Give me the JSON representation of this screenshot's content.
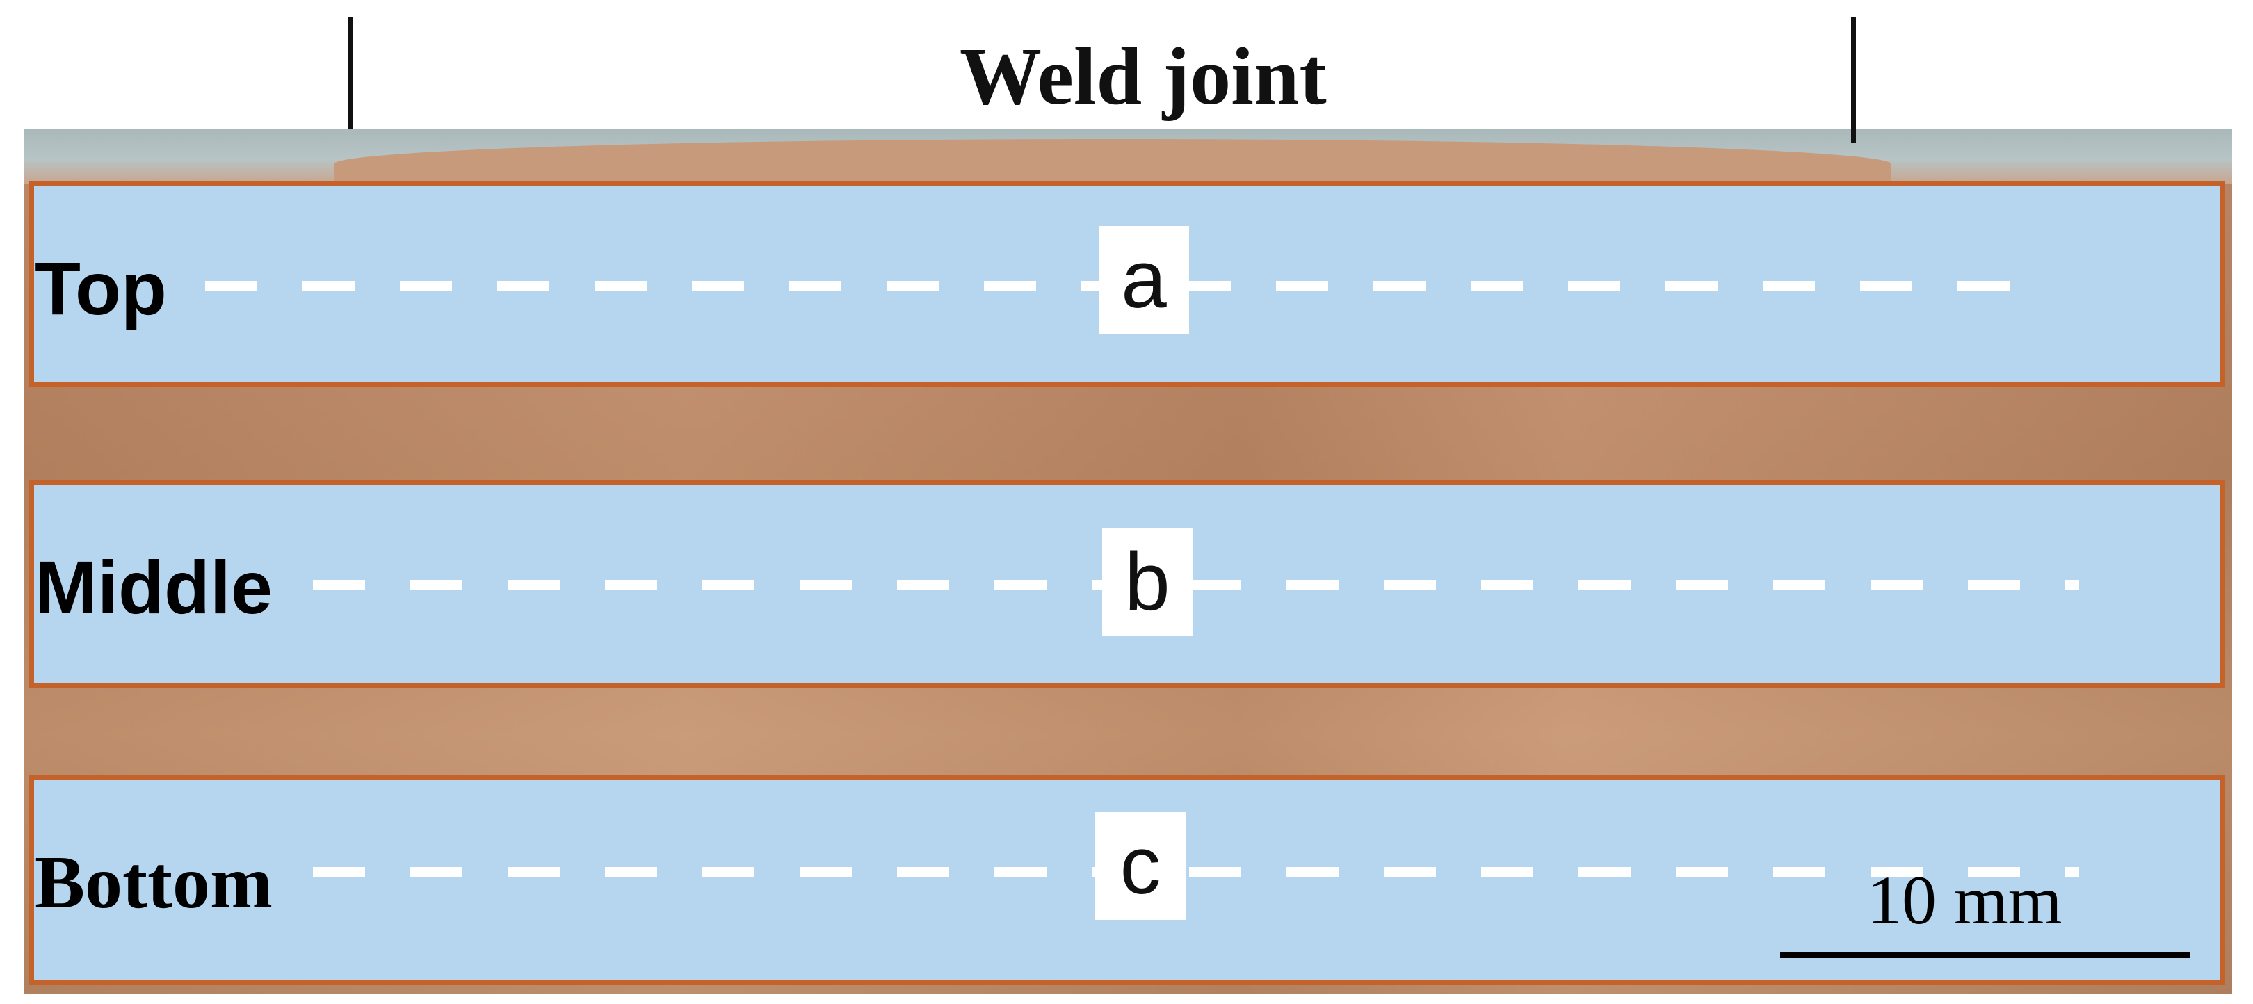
{
  "title": "Weld joint",
  "bands": {
    "top": {
      "label": "Top",
      "letter": "a"
    },
    "middle": {
      "label": "Middle",
      "letter": "b"
    },
    "bottom": {
      "label": "Bottom",
      "letter": "c"
    }
  },
  "scale_bar": {
    "label": "10 mm"
  },
  "colors": {
    "band_fill": "#b5d6ee",
    "band_border": "#c4622a",
    "specimen": "#b88663",
    "dash": "#ffffff"
  }
}
